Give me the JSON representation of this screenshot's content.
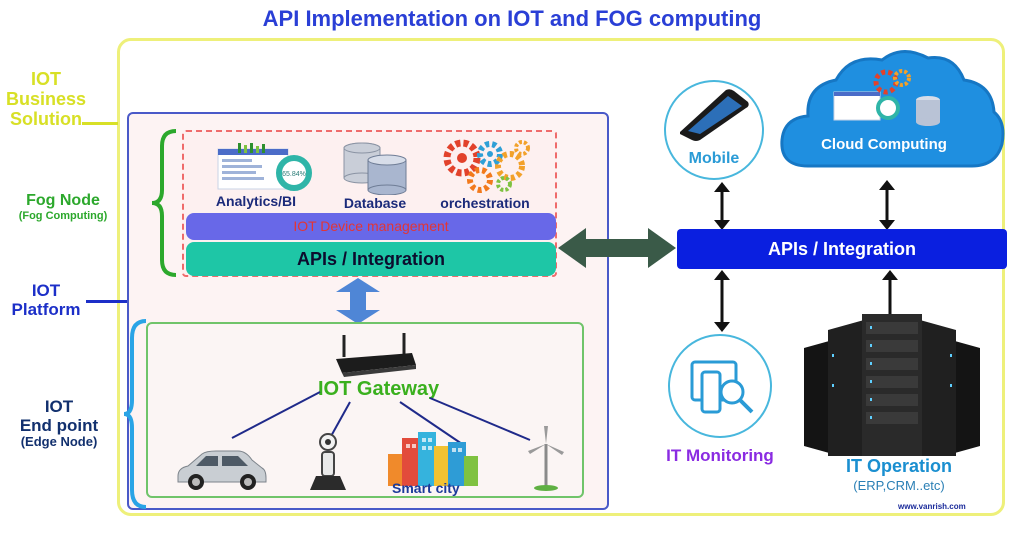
{
  "title": "API Implementation on IOT and  FOG computing",
  "side_labels": {
    "business": [
      "IOT",
      "Business",
      "Solution"
    ],
    "fog": [
      "Fog Node",
      "(Fog Computing)"
    ],
    "platform": [
      "IOT",
      "Platform"
    ],
    "endpoint": [
      "IOT",
      "End point",
      "(Edge Node)"
    ]
  },
  "fog_node": {
    "analytics": "Analytics/BI",
    "analytics_pct": "65.84%",
    "database": "Database",
    "orchestration": "orchestration",
    "device_management": "IOT Device management",
    "apis": "APIs / Integration"
  },
  "edge": {
    "gateway": "IOT Gateway",
    "smart_city": "Smart city"
  },
  "right": {
    "mobile": "Mobile",
    "cloud": "Cloud Computing",
    "apis": "APIs / Integration",
    "it_monitoring": "IT Monitoring",
    "it_operation": "IT Operation",
    "it_operation_sub": "(ERP,CRM..etc)"
  },
  "watermark": "www.vanrish.com",
  "colors": {
    "title": "#2a3fd6",
    "business_label": "#d8e026",
    "fog_label": "#2ca82c",
    "platform_label": "#1c2fc8",
    "endpoint_label": "#12306e",
    "api_right_bg": "#0a1fe0",
    "api_left_bg": "#1ec6a6",
    "device_mgmt_bg": "#6868e8",
    "it_monitoring": "#8a2be2",
    "it_operation": "#1a8fd0"
  }
}
